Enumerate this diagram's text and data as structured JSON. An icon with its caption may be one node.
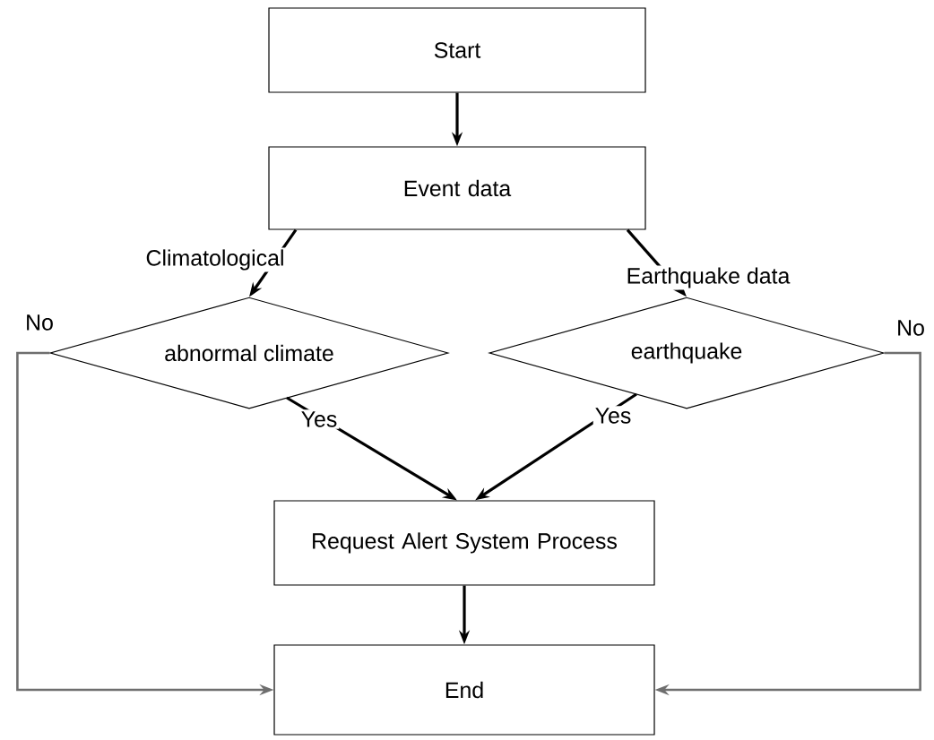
{
  "diagram": {
    "nodes": [
      {
        "text": [
          "Start"
        ]
      },
      {
        "text": [
          "Event data"
        ]
      },
      {
        "text": [
          "abnormal climate"
        ]
      },
      {
        "text": [
          "earthquake"
        ]
      },
      {
        "text": [
          "Request Alert System Process"
        ]
      },
      {
        "text": [
          "End"
        ]
      }
    ],
    "edges": [
      {
        "from": 0,
        "to": 1,
        "arrow": "to"
      },
      {
        "from": 1,
        "to": 2,
        "arrow": "to",
        "label": "Climatological"
      },
      {
        "from": 1,
        "to": 3,
        "arrow": "to",
        "label": "Earthquake data"
      },
      {
        "from": 2,
        "to": 4,
        "arrow": "to",
        "label": "Yes"
      },
      {
        "from": 3,
        "to": 4,
        "arrow": "to",
        "label": "Yes"
      },
      {
        "from": 2,
        "to": 5,
        "arrow": "to",
        "label": "No",
        "color": "#6e6e6e"
      },
      {
        "from": 3,
        "to": 5,
        "arrow": "to",
        "label": "No",
        "color": "#6e6e6e"
      },
      {
        "from": 4,
        "to": 5,
        "arrow": "to"
      }
    ]
  }
}
